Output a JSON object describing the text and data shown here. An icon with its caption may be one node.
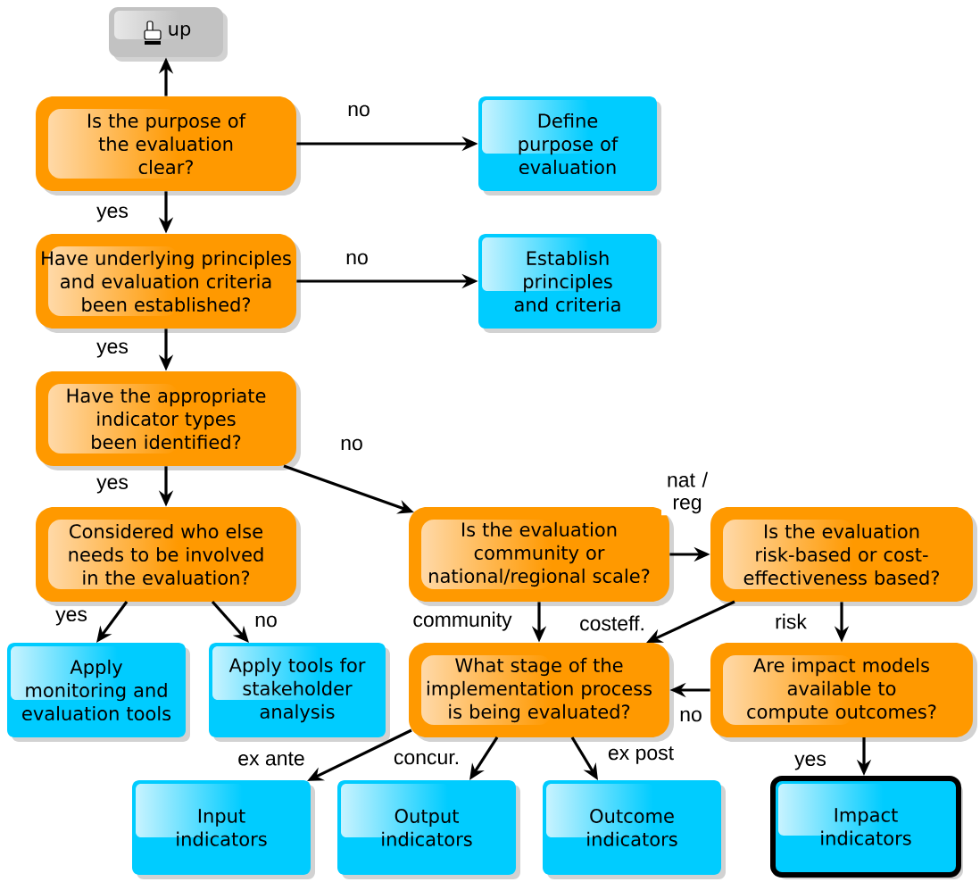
{
  "diagram": {
    "nodes": [
      {
        "text": [
          "up"
        ]
      },
      {
        "text": [
          "Is the purpose of the evaluation clear?"
        ]
      },
      {
        "text": [
          "Define purpose of evaluation"
        ]
      },
      {
        "text": [
          "Have underlying principles and evaluation criteria been established?"
        ]
      },
      {
        "text": [
          "Establish principles and criteria"
        ]
      },
      {
        "text": [
          "Have the appropriate indicator types been identified?"
        ]
      },
      {
        "text": [
          "Considered who else needs to be involved in the evaluation?"
        ]
      },
      {
        "text": [
          "Is the evaluation community or national/regional scale?"
        ]
      },
      {
        "text": [
          "Is the evaluation risk-based or cost-effectiveness based?"
        ]
      },
      {
        "text": [
          "Apply monitoring and evaluation tools"
        ]
      },
      {
        "text": [
          "Apply tools for stakeholder analysis"
        ]
      },
      {
        "text": [
          "What stage of the implementation process is being evaluated?"
        ]
      },
      {
        "text": [
          "Are impact models available to compute outcomes?"
        ]
      },
      {
        "text": [
          "Input indicators"
        ]
      },
      {
        "text": [
          "Output indicators"
        ]
      },
      {
        "text": [
          "Outcome indicators"
        ]
      },
      {
        "text": [
          "Impact indicators"
        ]
      }
    ],
    "edges": [
      {
        "from": 1,
        "to": 0,
        "arrow": "to"
      },
      {
        "from": 1,
        "to": 2,
        "arrow": "to",
        "label": "no"
      },
      {
        "from": 1,
        "to": 3,
        "arrow": "to",
        "label": "yes"
      },
      {
        "from": 3,
        "to": 4,
        "arrow": "to",
        "label": "no"
      },
      {
        "from": 3,
        "to": 5,
        "arrow": "to",
        "label": "yes"
      },
      {
        "from": 5,
        "to": 7,
        "arrow": "to",
        "label": "no"
      },
      {
        "from": 5,
        "to": 6,
        "arrow": "to",
        "label": "yes"
      },
      {
        "from": 6,
        "to": 9,
        "arrow": "to",
        "label": "yes"
      },
      {
        "from": 6,
        "to": 10,
        "arrow": "to",
        "label": "no"
      },
      {
        "from": 7,
        "to": 8,
        "arrow": "to",
        "label": "nat / reg"
      },
      {
        "from": 7,
        "to": 11,
        "arrow": "to",
        "label": "community"
      },
      {
        "from": 8,
        "to": 11,
        "arrow": "to",
        "label": "costeff."
      },
      {
        "from": 8,
        "to": 12,
        "arrow": "to",
        "label": "risk"
      },
      {
        "from": 12,
        "to": 11,
        "arrow": "to",
        "label": "no"
      },
      {
        "from": 11,
        "to": 13,
        "arrow": "to",
        "label": "ex ante"
      },
      {
        "from": 11,
        "to": 14,
        "arrow": "to",
        "label": "concur."
      },
      {
        "from": 11,
        "to": 15,
        "arrow": "to",
        "label": "ex post"
      },
      {
        "from": 12,
        "to": 16,
        "arrow": "to",
        "label": "yes"
      }
    ]
  }
}
